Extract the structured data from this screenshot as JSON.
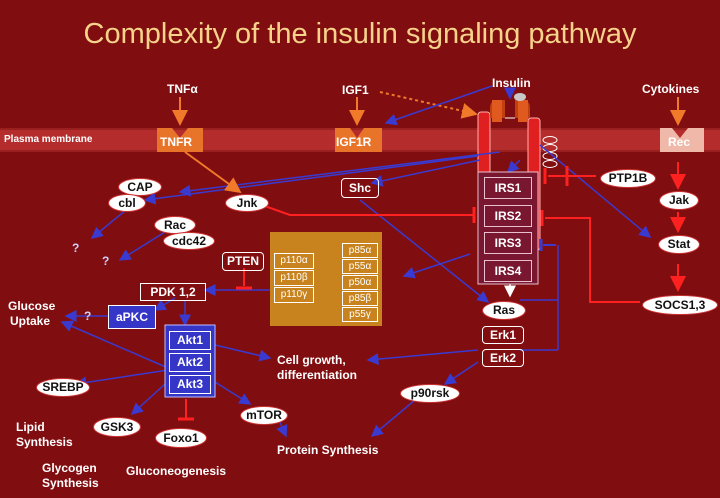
{
  "title": "Complexity of the insulin signaling pathway",
  "labels": {
    "tnfa": "TNFα",
    "igf1": "IGF1",
    "insulin": "Insulin",
    "cytokines": "Cytokines",
    "plasma_membrane": "Plasma membrane",
    "tnfr": "TNFR",
    "igf1r": "IGF1R",
    "rec": "Rec",
    "glucose_uptake_line1": "Glucose",
    "glucose_uptake_line2": "Uptake",
    "cell_growth_line1": "Cell growth,",
    "cell_growth_line2": "differentiation",
    "protein_synthesis": "Protein Synthesis",
    "lipid_synthesis_line1": "Lipid",
    "lipid_synthesis_line2": "Synthesis",
    "glycogen_synthesis_line1": "Glycogen",
    "glycogen_synthesis_line2": "Synthesis",
    "gluconeogenesis": "Gluconeogenesis",
    "question1": "?",
    "question2": "?",
    "question3": "?"
  },
  "nodes": {
    "cap": "CAP",
    "cbl": "cbl",
    "jnk": "Jnk",
    "rac": "Rac",
    "cdc42": "cdc42",
    "shc": "Shc",
    "pten": "PTEN",
    "pdk12": "PDK 1,2",
    "apkc": "aPKC",
    "srebp": "SREBP",
    "gsk3": "GSK3",
    "foxo1": "Foxo1",
    "mtor": "mTOR",
    "p90rsk": "p90rsk",
    "ras": "Ras",
    "erk1": "Erk1",
    "erk2": "Erk2",
    "ptp1b": "PTP1B",
    "jak": "Jak",
    "stat": "Stat",
    "socs13": "SOCS1,3"
  },
  "irs": [
    "IRS1",
    "IRS2",
    "IRS3",
    "IRS4"
  ],
  "akt": [
    "Akt1",
    "Akt2",
    "Akt3"
  ],
  "pi3k": {
    "catalytic": [
      "p110α",
      "p110β",
      "p110γ"
    ],
    "regulatory": [
      "p85α",
      "p55α",
      "p50α",
      "p85β",
      "p55γ"
    ]
  },
  "colors": {
    "background": "#800d0f",
    "title": "#f6d28a",
    "receptor_orange": "#e8742a",
    "arrow_blue": "#3a3ad0",
    "arrow_orange": "#f07a2a",
    "inhibit_red": "#ff2020",
    "membrane": "#b52c2c",
    "pi3k_box": "#c8831e",
    "irs_box": "#7a1730",
    "akt_box": "#3535c8"
  }
}
